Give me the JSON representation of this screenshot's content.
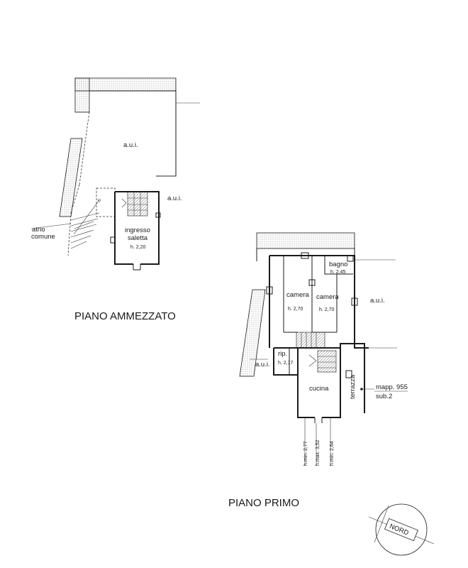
{
  "mezzanine": {
    "title": "PIANO AMMEZZATO",
    "aui_top": "a.u.i.",
    "aui_right": "a.u.i.",
    "atrio_line1": "atrio",
    "atrio_line2": "comune",
    "room_line1": "ingresso",
    "room_line2": "saletta",
    "room_height": "h. 2,20"
  },
  "first_floor": {
    "title": "PIANO PRIMO",
    "bagno": "bagno",
    "bagno_height": "h. 2,45",
    "camera_left": "camera",
    "camera_left_height": "h. 2,70",
    "camera_right": "camera",
    "camera_right_height": "h. 2,70",
    "aui_right": "a.u.i.",
    "aui_left": "a.u.i.",
    "rip": "rip.",
    "rip_height": "h. 2,17",
    "cucina": "cucina",
    "terrazza": "terrazza",
    "mapp": "mapp. 955",
    "sub": "sub.2",
    "h_min_1": "h.min. 2,77",
    "h_max": "h.max. 3,52",
    "h_min_2": "h.min. 2,64"
  },
  "compass": {
    "label": "NORD"
  }
}
